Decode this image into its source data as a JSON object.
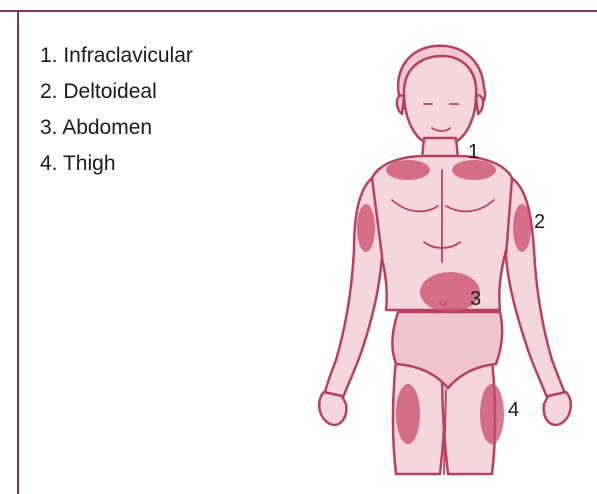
{
  "legend": {
    "items": [
      "1. Infraclavicular",
      "2. Deltoideal",
      "3. Abdomen",
      "4. Thigh"
    ]
  },
  "figure": {
    "markers": [
      "1",
      "2",
      "3",
      "4"
    ]
  },
  "colors": {
    "frame": "#8a2f5a",
    "skin": "#f5d6dc",
    "outline": "#b8415f",
    "site": "#c94b6a"
  }
}
